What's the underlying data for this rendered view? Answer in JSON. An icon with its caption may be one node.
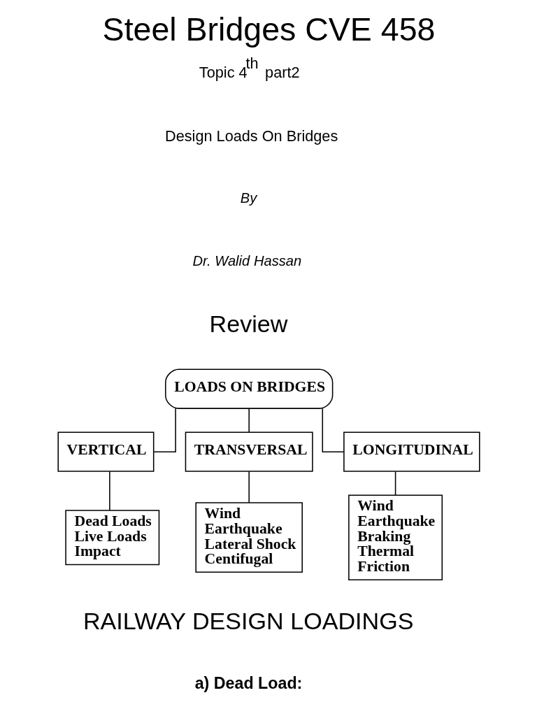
{
  "diagram": {
    "title": "Steel Bridges CVE 458",
    "nodes": [
      {
        "text": [
          "LOADS ON BRIDGES"
        ]
      },
      {
        "text": [
          "VERTICAL"
        ]
      },
      {
        "text": [
          "TRANSVERSAL"
        ]
      },
      {
        "text": [
          "LONGITUDINAL"
        ]
      },
      {
        "text": [
          "Dead Loads",
          "Live Loads",
          "Impact"
        ]
      },
      {
        "text": [
          "Wind",
          "Earthquake",
          "Lateral Shock",
          "Centifugal"
        ]
      },
      {
        "text": [
          "Wind",
          "Earthquake",
          "Braking",
          "Thermal",
          "Friction"
        ]
      }
    ],
    "edges": [
      {
        "from": 0,
        "to": 1,
        "arrow": "none"
      },
      {
        "from": 0,
        "to": 2,
        "arrow": "none"
      },
      {
        "from": 0,
        "to": 3,
        "arrow": "none"
      },
      {
        "from": 1,
        "to": 4,
        "arrow": "none"
      },
      {
        "from": 2,
        "to": 5,
        "arrow": "none"
      },
      {
        "from": 3,
        "to": 6,
        "arrow": "none"
      }
    ],
    "labels": [
      "Topic 4$^{th}$ part2",
      "Design Loads On Bridges",
      "By",
      "Dr. Walid Hassan",
      "Review",
      "RAILWAY DESIGN LOADINGS",
      "a) Dead Load:"
    ]
  }
}
